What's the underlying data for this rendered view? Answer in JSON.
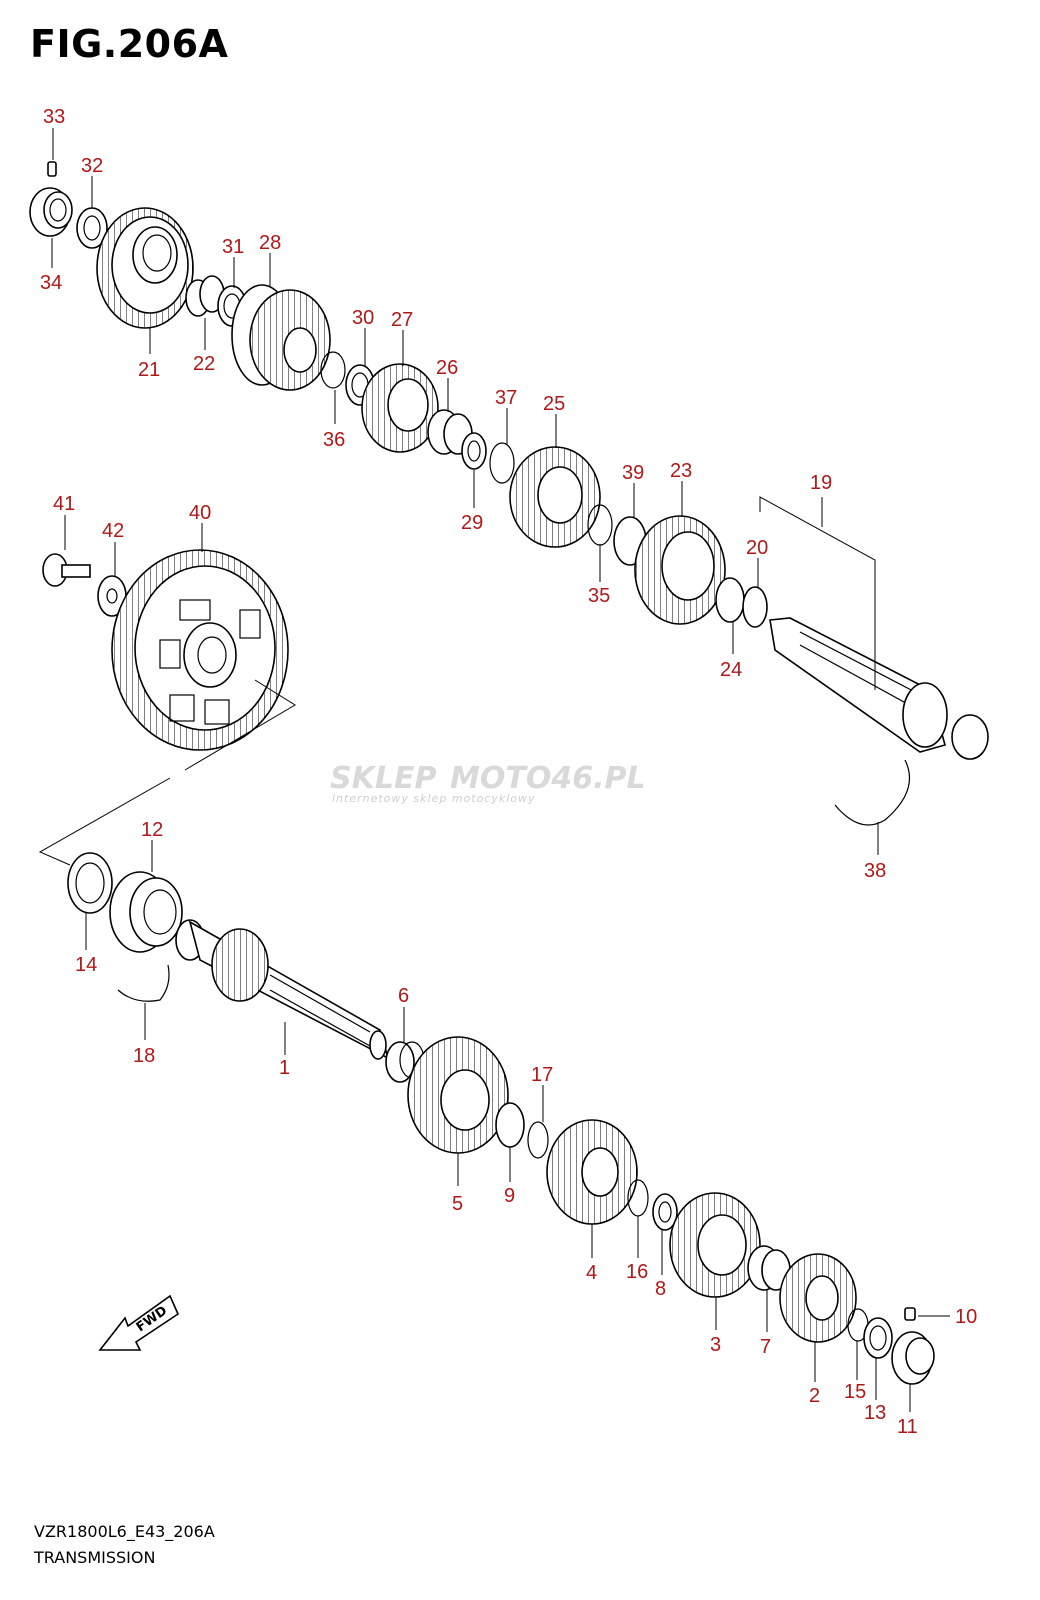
{
  "figure_title": "FIG.206A",
  "footer": {
    "model_code": "VZR1800L6_E43_206A",
    "section": "TRANSMISSION"
  },
  "watermark": {
    "brand_left": "SKLEP",
    "brand_right": "MOTO46.PL",
    "tagline": "internetowy sklep motocyklowy"
  },
  "fwd_label": "FWD",
  "colors": {
    "callout": "#b01818",
    "line": "#000000"
  },
  "callouts": {
    "c1": "1",
    "c2": "2",
    "c3": "3",
    "c4": "4",
    "c5": "5",
    "c6": "6",
    "c7": "7",
    "c8": "8",
    "c9": "9",
    "c10": "10",
    "c11": "11",
    "c12": "12",
    "c13": "13",
    "c14": "14",
    "c15": "15",
    "c16": "16",
    "c17": "17",
    "c18": "18",
    "c19": "19",
    "c20": "20",
    "c21": "21",
    "c22": "22",
    "c23": "23",
    "c24": "24",
    "c25": "25",
    "c26": "26",
    "c27": "27",
    "c28": "28",
    "c29": "29",
    "c30": "30",
    "c31": "31",
    "c32": "32",
    "c33": "33",
    "c34": "34",
    "c35": "35",
    "c36": "36",
    "c37": "37",
    "c38": "38",
    "c39": "39",
    "c40": "40",
    "c41": "41",
    "c42": "42"
  }
}
